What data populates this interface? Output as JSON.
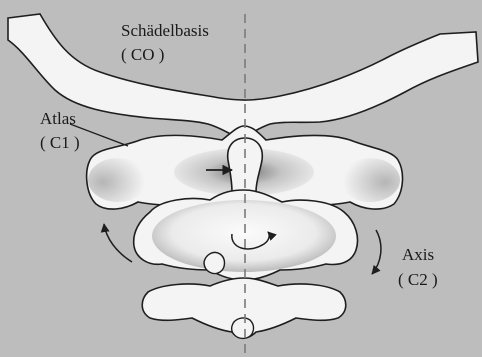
{
  "labels": {
    "skull_base": "Schädelbasis",
    "skull_base_code": "( CO )",
    "atlas": "Atlas",
    "atlas_code": "( C1 )",
    "axis": "Axis",
    "axis_code": "( C2 )"
  },
  "colors": {
    "background": "#bdbdbd",
    "bone": "#f4f4f4",
    "bone_shadow": "#7a7a7a",
    "outline": "#1e1e1e",
    "midline": "#7a7a7a"
  }
}
